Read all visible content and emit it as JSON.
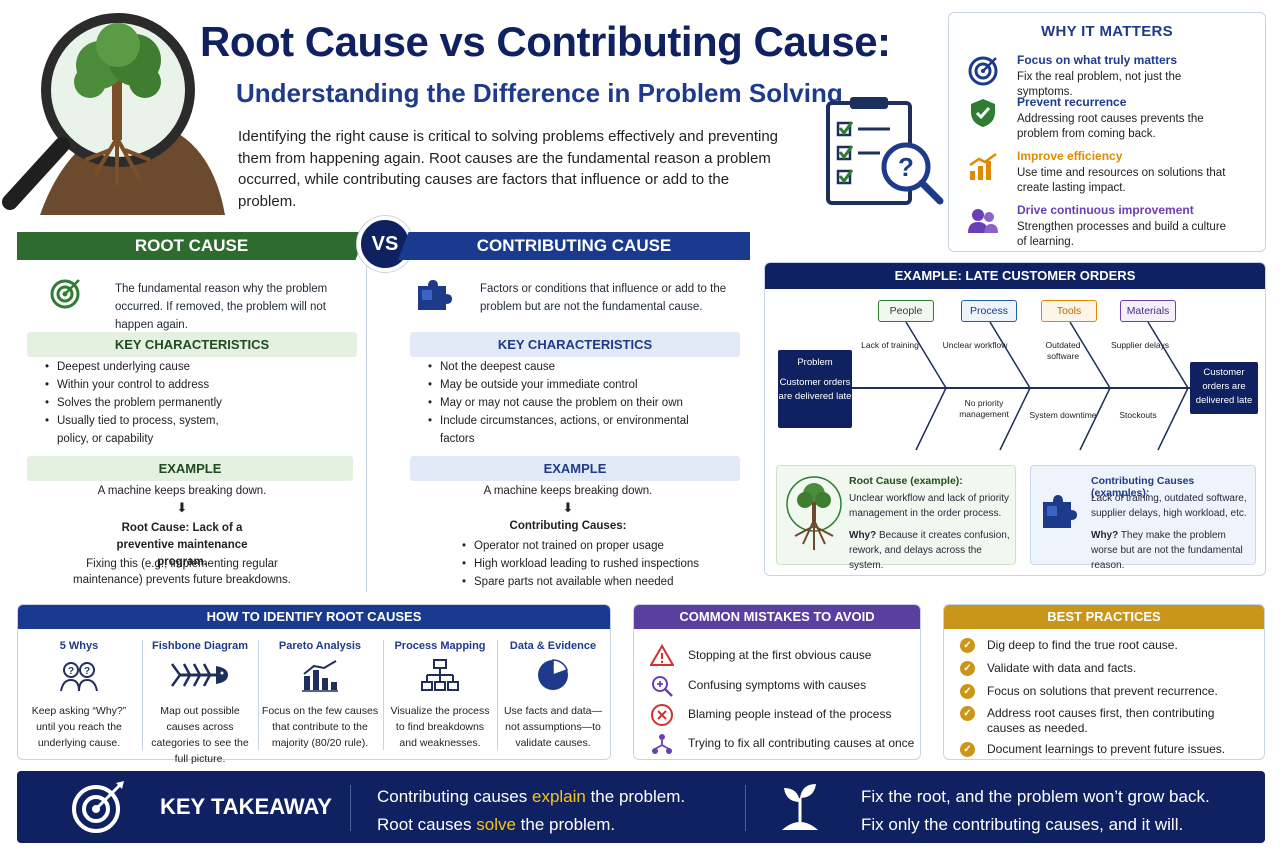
{
  "header": {
    "title": "Root Cause vs Contributing Cause:",
    "subtitle": "Understanding the Difference in Problem Solving",
    "intro": "Identifying the right cause is critical to solving problems effectively and preventing them from happening again. Root causes are the fundamental reason a problem occurred, while contributing causes are factors that influence or add to the problem."
  },
  "why": {
    "title": "WHY IT MATTERS",
    "items": [
      {
        "title": "Focus on what truly matters",
        "desc": "Fix the real problem, not just the symptoms.",
        "icon": "target-icon",
        "color": "#1e3a8a"
      },
      {
        "title": "Prevent recurrence",
        "desc": "Addressing root causes prevents the problem from coming back.",
        "icon": "shield-check-icon",
        "color": "#2e7d32"
      },
      {
        "title": "Improve efficiency",
        "desc": "Use time and resources on solutions that create lasting impact.",
        "icon": "growth-chart-icon",
        "color": "#e08a00"
      },
      {
        "title": "Drive continuous improvement",
        "desc": "Strengthen processes and build a culture of learning.",
        "icon": "people-icon",
        "color": "#6a3fb5"
      }
    ]
  },
  "vs": "VS",
  "root": {
    "title": "ROOT CAUSE",
    "desc": "The fundamental reason why the problem occurred. If removed, the problem will not happen again.",
    "key_title": "KEY CHARACTERISTICS",
    "bullets": [
      "Deepest underlying cause",
      "Within your control to address",
      "Solves the problem permanently",
      "Usually tied to process, system, policy, or capability"
    ],
    "example_title": "EXAMPLE",
    "example_problem": "A machine keeps breaking down.",
    "example_cause": "Root Cause: Lack of a preventive maintenance program.",
    "example_fix": "Fixing this (e.g., implementing regular maintenance) prevents future breakdowns.",
    "color": "#2e7d32"
  },
  "contrib": {
    "title": "CONTRIBUTING CAUSE",
    "desc": "Factors or conditions that influence or add to the problem but are not the fundamental cause.",
    "key_title": "KEY CHARACTERISTICS",
    "bullets": [
      "Not the deepest cause",
      "May be outside your immediate control",
      "May or may not cause the problem on their own",
      "Include circumstances, actions, or environmental factors"
    ],
    "example_title": "EXAMPLE",
    "example_problem": "A machine keeps breaking down.",
    "example_cause": "Contributing Causes:",
    "example_list": [
      "Operator not trained on proper usage",
      "High workload leading to rushed inspections",
      "Spare parts not available when needed"
    ],
    "color": "#1e3a8a"
  },
  "fishbone": {
    "title": "EXAMPLE: LATE CUSTOMER ORDERS",
    "problem_title": "Problem",
    "problem_text": "Customer orders are delivered late",
    "effect": "Customer orders are delivered late",
    "categories": [
      {
        "label": "People",
        "color": "#2e7d32"
      },
      {
        "label": "Process",
        "color": "#1e5fa8"
      },
      {
        "label": "Tools",
        "color": "#e08a00"
      },
      {
        "label": "Materials",
        "color": "#6a3fb5"
      }
    ],
    "causes_top": [
      "Lack of training",
      "Unclear workflow",
      "Outdated software",
      "Supplier delays"
    ],
    "causes_bottom": [
      "No priority management",
      "System downtime",
      "Stockouts"
    ],
    "root_title": "Root Cause (example):",
    "root_text": "Unclear workflow and lack of priority management in the order process.",
    "root_why_label": "Why?",
    "root_why": "Because it creates confusion, rework, and delays across the system.",
    "contrib_title": "Contributing Causes (examples):",
    "contrib_text": "Lack of training, outdated software, supplier delays, high workload, etc.",
    "contrib_why_label": "Why?",
    "contrib_why": "They make the problem worse but are not the fundamental reason."
  },
  "identify": {
    "title": "HOW TO IDENTIFY ROOT CAUSES",
    "steps": [
      {
        "title": "5 Whys",
        "desc": "Keep asking “Why?” until you reach the underlying cause.",
        "icon": "question-people-icon"
      },
      {
        "title": "Fishbone Diagram",
        "desc": "Map out possible causes across categories to see the full picture.",
        "icon": "fish-bone-icon"
      },
      {
        "title": "Pareto Analysis",
        "desc": "Focus on the few causes that contribute to the majority (80/20 rule).",
        "icon": "bar-chart-icon"
      },
      {
        "title": "Process Mapping",
        "desc": "Visualize the process to find breakdowns and weaknesses.",
        "icon": "flowchart-icon"
      },
      {
        "title": "Data & Evidence",
        "desc": "Use facts and data—not assumptions—to validate causes.",
        "icon": "pie-chart-icon"
      }
    ]
  },
  "mistakes": {
    "title": "COMMON MISTAKES TO AVOID",
    "items": [
      "Stopping at the first obvious cause",
      "Confusing symptoms with causes",
      "Blaming people instead of the process",
      "Trying to fix all contributing causes at once"
    ]
  },
  "best": {
    "title": "BEST PRACTICES",
    "items": [
      "Dig deep to find the true root cause.",
      "Validate with data and facts.",
      "Focus on solutions that prevent recurrence.",
      "Address root causes first, then contributing causes as needed.",
      "Document learnings to prevent future issues."
    ]
  },
  "takeaway": {
    "label": "KEY TAKEAWAY",
    "l1a": "Contributing causes ",
    "l1b": "explain",
    "l1c": " the problem.",
    "l2a": "Root causes ",
    "l2b": "solve",
    "l2c": " the problem.",
    "r1": "Fix the root, and the problem won’t grow back.",
    "r2": "Fix only the contributing causes, and it will."
  }
}
